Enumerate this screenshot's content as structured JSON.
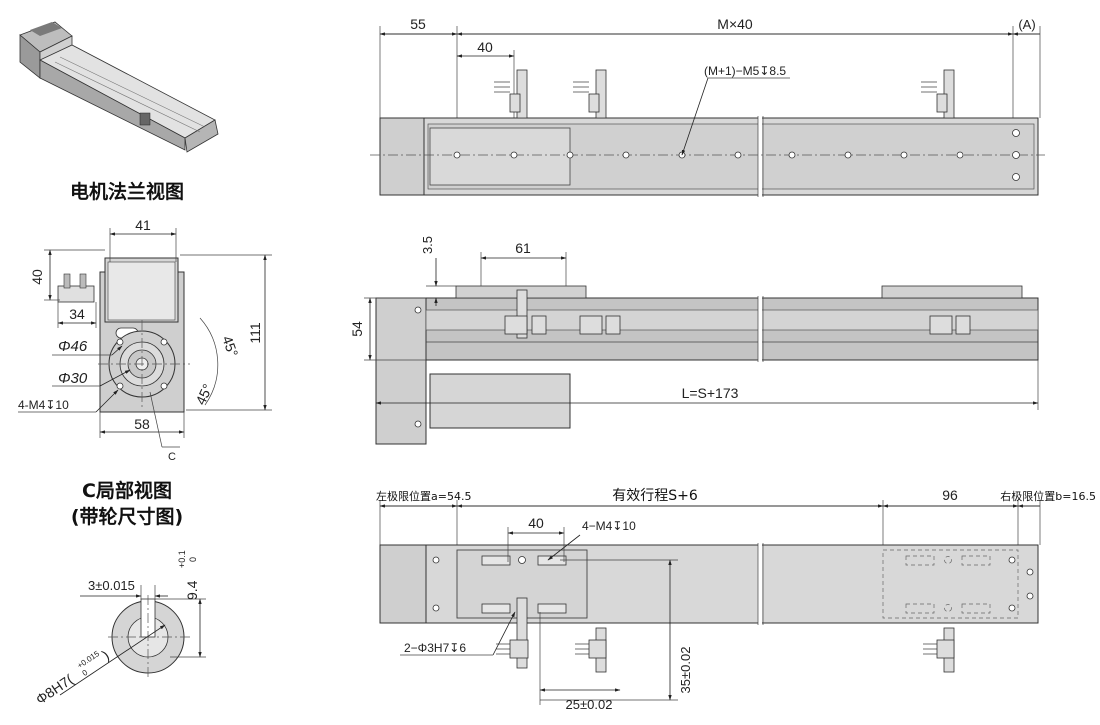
{
  "left_column": {
    "flange_view_title": "电机法兰视图",
    "flange_dims": {
      "d41": "41",
      "d40": "40",
      "d34": "34",
      "d46": "Φ46",
      "d30": "Φ30",
      "holes": "4-M4↧10",
      "d58": "58",
      "d111": "111",
      "angle1": "45°",
      "angle2": "45°",
      "c_label": "C"
    },
    "c_view_title_1": "C局部视图",
    "c_view_title_2": "(带轮尺寸图)",
    "c_dims": {
      "key_width": "3±0.015",
      "key_depth_main": "9.4",
      "key_depth_tol_upper": "+0.1",
      "key_depth_tol_lower": "0",
      "bore": "Φ8H7(",
      "bore_tol_upper": "+0.015",
      "bore_tol_lower": "0",
      "bore_close": ")"
    }
  },
  "top_view": {
    "d55": "55",
    "dMx40": "M×40",
    "dA": "(A)",
    "d40": "40",
    "hole_callout": "(M+1)−M5↧8.5"
  },
  "side_view": {
    "d3_5": "3.5",
    "d61": "61",
    "d54": "54",
    "length": "L=S+173"
  },
  "bottom_view": {
    "left_limit": "左极限位置a=54.5",
    "stroke": "有效行程S+6",
    "d96": "96",
    "right_limit": "右极限位置b=16.5",
    "d40": "40",
    "holes_m4": "4−M4↧10",
    "pins": "2−Φ3H7↧6",
    "d35": "35±0.02",
    "d25": "25±0.02"
  }
}
